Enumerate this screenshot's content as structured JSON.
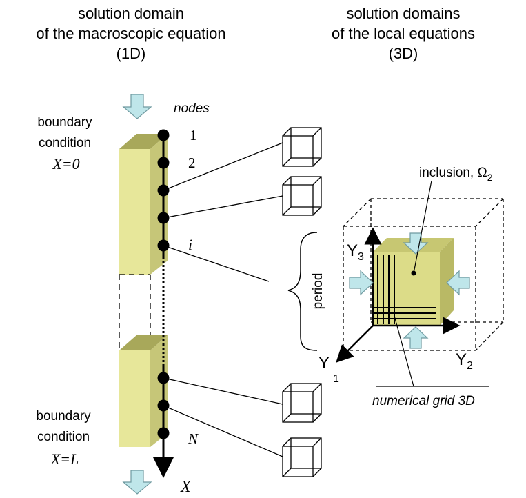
{
  "headings": {
    "left": {
      "line1": "solution domain",
      "line2": "of the macroscopic equation",
      "line3": "(1D)"
    },
    "right": {
      "line1": "solution domains",
      "line2": "of the local equations",
      "line3": "(3D)"
    }
  },
  "labels": {
    "nodes": "nodes",
    "node_1": "1",
    "node_2": "2",
    "node_i": "i",
    "node_N": "N",
    "axis_X": "X",
    "bc_top_line1": "boundary",
    "bc_top_line2": "condition",
    "bc_top_value": "X=0",
    "bc_bottom_line1": "boundary",
    "bc_bottom_line2": "condition",
    "bc_bottom_value": "X=L",
    "period": "period",
    "inclusion": "inclusion, Ω",
    "inclusion_sub": "2",
    "axis_Y1": "Y",
    "axis_Y1_sub": "1",
    "axis_Y2": "Y",
    "axis_Y2_sub": "2",
    "axis_Y3": "Y",
    "axis_Y3_sub": "3",
    "numerical_grid": "numerical grid 3D"
  },
  "colors": {
    "bar_front": "#e7e79a",
    "bar_top": "#a8a85a",
    "bar_side": "#c6c678",
    "cube_front": "#dcdc88",
    "cube_top": "#c7c772",
    "cube_side": "#b9b965",
    "arrow_fill": "#bfe6ea",
    "arrow_stroke": "#6f9aa0",
    "ink": "#000000"
  }
}
